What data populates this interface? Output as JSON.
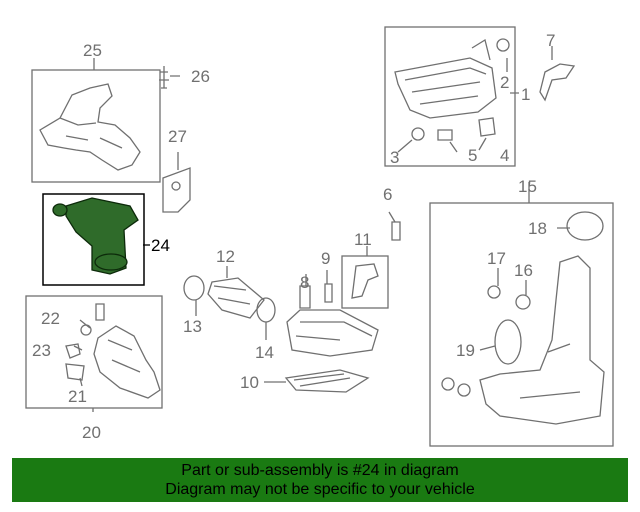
{
  "diagram": {
    "callouts": [
      "1",
      "2",
      "3",
      "4",
      "5",
      "6",
      "7",
      "8",
      "9",
      "10",
      "11",
      "12",
      "13",
      "14",
      "15",
      "16",
      "17",
      "18",
      "19",
      "20",
      "21",
      "22",
      "23",
      "24",
      "25",
      "26",
      "27"
    ],
    "selected_callout": "24",
    "colors": {
      "line": "#707070",
      "highlight_fill": "#2f6b2a",
      "selected_box": "#000000"
    }
  },
  "banner": {
    "line1": "Part or sub-assembly is #24 in diagram",
    "line2": "Diagram may not be specific to your vehicle",
    "background": "#1a7a12"
  }
}
